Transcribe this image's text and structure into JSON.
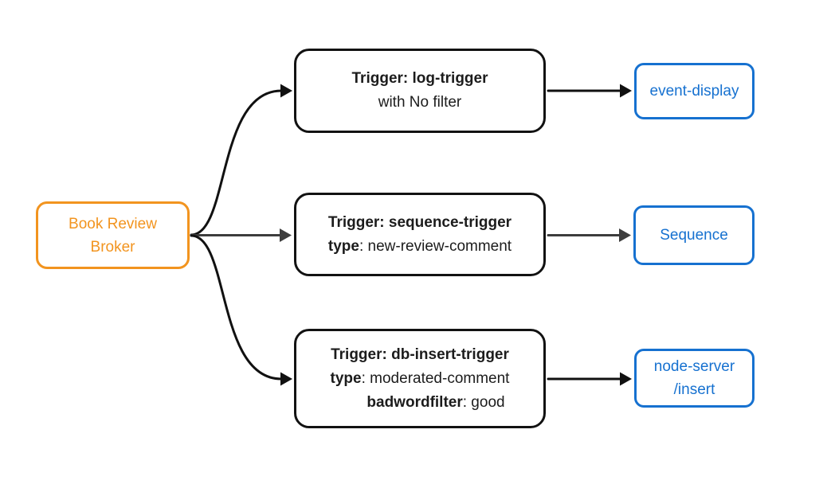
{
  "diagram": {
    "type": "flow",
    "broker": {
      "label": "Book Review Broker",
      "lines": [
        "Book Review",
        "Broker"
      ]
    },
    "triggers": [
      {
        "id": "trigger-log",
        "lines": [
          {
            "bold": "Trigger: log-trigger",
            "rest": ""
          },
          {
            "bold": "",
            "rest": "with No filter"
          }
        ]
      },
      {
        "id": "trigger-sequence",
        "lines": [
          {
            "bold": "Trigger: sequence-trigger",
            "rest": ""
          },
          {
            "bold": "type",
            "rest": ": new-review-comment"
          }
        ]
      },
      {
        "id": "trigger-db-insert",
        "lines": [
          {
            "bold": "Trigger: db-insert-trigger",
            "rest": ""
          },
          {
            "bold": "type",
            "rest": ": moderated-comment"
          },
          {
            "bold": "badwordfilter",
            "rest": ": good"
          }
        ]
      }
    ],
    "sinks": [
      {
        "id": "event-display",
        "lines": [
          "event-display"
        ]
      },
      {
        "id": "sequence",
        "lines": [
          "Sequence"
        ]
      },
      {
        "id": "node-server-insert",
        "lines": [
          "node-server",
          "/insert"
        ]
      }
    ],
    "edges": [
      {
        "from": "broker",
        "to": "trigger-log",
        "style": "curved",
        "color": "edge_black"
      },
      {
        "from": "broker",
        "to": "trigger-sequence",
        "style": "straight",
        "color": "edge_gray"
      },
      {
        "from": "broker",
        "to": "trigger-db-insert",
        "style": "curved",
        "color": "edge_black"
      },
      {
        "from": "trigger-log",
        "to": "event-display",
        "style": "straight",
        "color": "edge_black"
      },
      {
        "from": "trigger-sequence",
        "to": "sequence",
        "style": "straight",
        "color": "edge_gray"
      },
      {
        "from": "trigger-db-insert",
        "to": "node-server-insert",
        "style": "straight",
        "color": "edge_black"
      }
    ],
    "colors": {
      "broker_accent": "#F2941F",
      "sink_accent": "#1671D0",
      "edge_black": "#111111",
      "edge_gray": "#3D3D3D",
      "node_border_black": "#121212",
      "text_dark": "#1C1C1C",
      "background": "#FFFFFF"
    }
  }
}
